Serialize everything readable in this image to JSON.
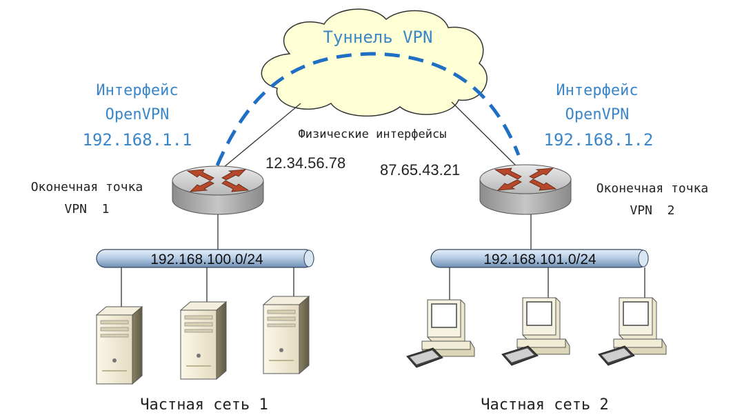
{
  "tunnel": {
    "label": "Туннель VPN",
    "line_color": "#1f6fc4"
  },
  "physical_interfaces": {
    "label": "Физические интерфейсы",
    "left_ip": "12.34.56.78",
    "right_ip": "87.65.43.21"
  },
  "endpoint1": {
    "iface_title_1": "Интерфейс",
    "iface_title_2": "OpenVPN",
    "iface_ip": "192.168.1.1",
    "name_1": "Оконечная точка",
    "name_2": "VPN  1",
    "subnet": "192.168.100.0/24",
    "network_label": "Частная сеть 1",
    "hosts": [
      "server",
      "server",
      "server"
    ]
  },
  "endpoint2": {
    "iface_title_1": "Интерфейс",
    "iface_title_2": "OpenVPN",
    "iface_ip": "192.168.1.2",
    "name_1": "Оконечная точка",
    "name_2": "VPN  2",
    "subnet": "192.168.101.0/24",
    "network_label": "Частная сеть 2",
    "hosts": [
      "workstation",
      "workstation",
      "workstation"
    ]
  },
  "colors": {
    "accent_blue": "#3a86c8",
    "subnet_fill": "#b4cce4",
    "router_gray": "#bdbdbd",
    "router_arrows": "#b5482a"
  }
}
